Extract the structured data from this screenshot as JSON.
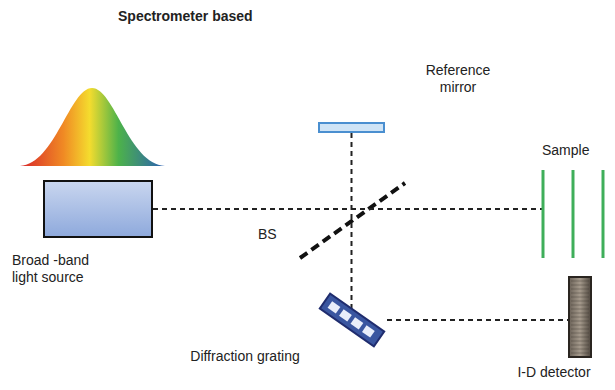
{
  "diagram": {
    "title": "Spectrometer based",
    "nodes": [
      {
        "text": [
          "Broad -band light source"
        ]
      },
      {
        "text": [
          "Reference mirror"
        ]
      },
      {
        "text": [
          "Sample"
        ]
      },
      {
        "text": [
          "Diffraction grating"
        ]
      },
      {
        "text": [
          "I-D detector"
        ]
      }
    ],
    "edges": [
      {
        "from": 0,
        "to": 2,
        "arrow": "none"
      },
      {
        "from": 1,
        "to": 3,
        "arrow": "none"
      },
      {
        "from": 3,
        "to": 4,
        "arrow": "none"
      }
    ],
    "labels": [
      "BS"
    ]
  }
}
